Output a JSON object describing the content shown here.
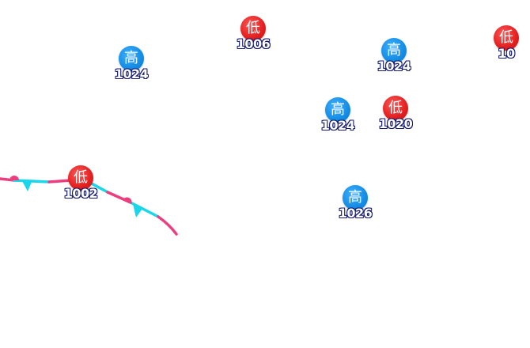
{
  "colors": {
    "high": "#168fe6",
    "low": "#e52222",
    "warm_front": "#ee3d7e",
    "cold_front": "#1ad6ea",
    "label_outline": "#141a6b"
  },
  "pressure_systems": [
    {
      "type": "low",
      "symbol": "低",
      "value": "1006"
    },
    {
      "type": "high",
      "symbol": "高",
      "value": "1024"
    },
    {
      "type": "high",
      "symbol": "高",
      "value": "1024"
    },
    {
      "type": "low",
      "symbol": "低",
      "value": "10"
    },
    {
      "type": "high",
      "symbol": "高",
      "value": "1024"
    },
    {
      "type": "low",
      "symbol": "低",
      "value": "1020"
    },
    {
      "type": "low",
      "symbol": "低",
      "value": "1002"
    },
    {
      "type": "high",
      "symbol": "高",
      "value": "1026"
    }
  ],
  "fronts": [
    {
      "type": "stationary",
      "icon": "stationary-front-line"
    }
  ]
}
